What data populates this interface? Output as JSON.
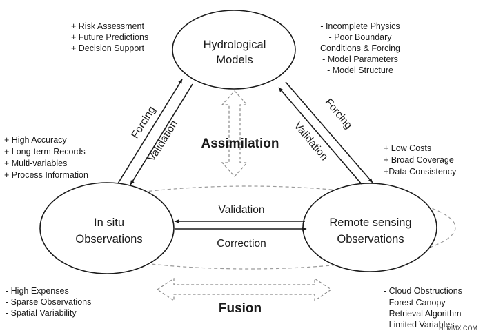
{
  "nodes": {
    "hydro": {
      "line1": "Hydrological",
      "line2": "Models"
    },
    "insitu": {
      "line1": "In situ",
      "line2": "Observations"
    },
    "remote": {
      "line1": "Remote sensing",
      "line2": "Observations"
    }
  },
  "notes": {
    "hydro_pros": [
      "+ Risk Assessment",
      "+ Future Predictions",
      "+ Decision Support"
    ],
    "hydro_cons": [
      "- Incomplete Physics",
      "- Poor Boundary",
      "Conditions & Forcing",
      "- Model Parameters",
      "- Model Structure"
    ],
    "insitu_pros": [
      "+ High Accuracy",
      "+ Long-term Records",
      "+ Multi-variables",
      "+ Process Information"
    ],
    "insitu_cons": [
      "- High Expenses",
      "- Sparse Observations",
      "- Spatial Variability"
    ],
    "remote_pros": [
      "+ Low Costs",
      "+ Broad Coverage",
      "+Data Consistency"
    ],
    "remote_cons": [
      "- Cloud Obstructions",
      "- Forest Canopy",
      "- Retrieval Algorithm",
      "- Limited Variables"
    ]
  },
  "edges": {
    "left_forcing": "Forcing",
    "left_validation": "Validation",
    "right_forcing": "Forcing",
    "right_validation": "Validation",
    "middle_validation": "Validation",
    "middle_correction": "Correction"
  },
  "concepts": {
    "assimilation": "Assimilation",
    "fusion": "Fusion"
  },
  "watermark": "HLMMX.COM"
}
